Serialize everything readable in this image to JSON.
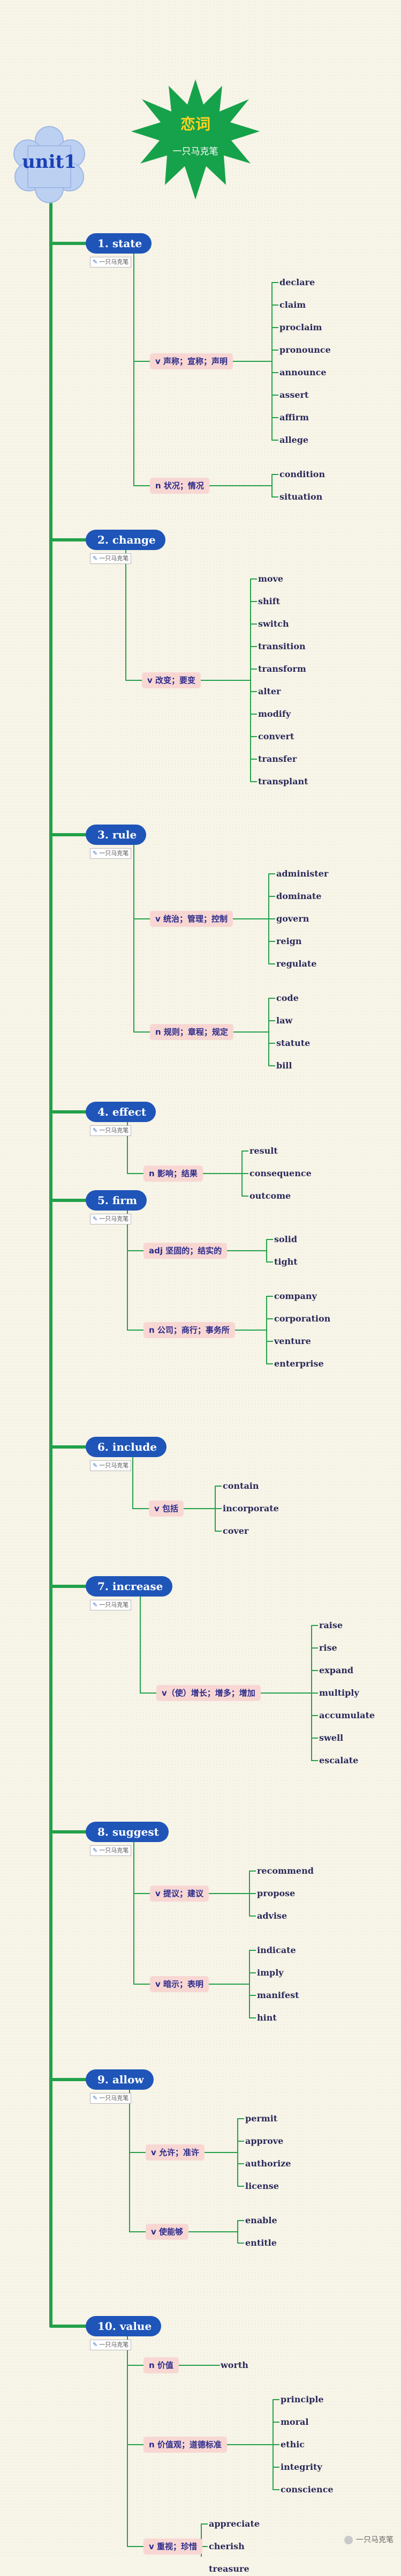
{
  "root": {
    "label": "unit1"
  },
  "header": {
    "title": "恋词",
    "subtitle": "一只马克笔"
  },
  "tag_text": "一只马克笔",
  "watermark": "一只马克笔",
  "colors": {
    "topic": "#1f55b8",
    "branch": "#22a14a",
    "sense_bg": "#f8d7d3",
    "splash": "#16a24a"
  },
  "topics": [
    {
      "label": "1. state",
      "senses": [
        {
          "label": "v 声称；宣称；声明",
          "words": [
            "declare",
            "claim",
            "proclaim",
            "pronounce",
            "announce",
            "assert",
            "affirm",
            "allege"
          ]
        },
        {
          "label": "n 状况；情况",
          "words": [
            "condition",
            "situation"
          ]
        }
      ]
    },
    {
      "label": "2. change",
      "senses": [
        {
          "label": "v 改变；要变",
          "words": [
            "move",
            "shift",
            "switch",
            "transition",
            "transform",
            "alter",
            "modify",
            "convert",
            "transfer",
            "transplant"
          ]
        }
      ]
    },
    {
      "label": "3. rule",
      "senses": [
        {
          "label": "v 统治；管理；控制",
          "words": [
            "administer",
            "dominate",
            "govern",
            "reign",
            "regulate"
          ]
        },
        {
          "label": "n 规则；章程；规定",
          "words": [
            "code",
            "law",
            "statute",
            "bill"
          ]
        }
      ]
    },
    {
      "label": "4. effect",
      "senses": [
        {
          "label": "n 影响；结果",
          "words": [
            "result",
            "consequence",
            "outcome"
          ]
        }
      ]
    },
    {
      "label": "5. firm",
      "senses": [
        {
          "label": "adj 坚固的；结实的",
          "words": [
            "solid",
            "tight"
          ]
        },
        {
          "label": "n 公司；商行；事务所",
          "words": [
            "company",
            "corporation",
            "venture",
            "enterprise"
          ]
        }
      ]
    },
    {
      "label": "6. include",
      "senses": [
        {
          "label": "v 包括",
          "words": [
            "contain",
            "incorporate",
            "cover"
          ]
        }
      ]
    },
    {
      "label": "7. increase",
      "senses": [
        {
          "label": "v（使）增长；增多；增加",
          "words": [
            "raise",
            "rise",
            "expand",
            "multiply",
            "accumulate",
            "swell",
            "escalate"
          ]
        }
      ]
    },
    {
      "label": "8. suggest",
      "senses": [
        {
          "label": "v 提议；建议",
          "words": [
            "recommend",
            "propose",
            "advise"
          ]
        },
        {
          "label": "v 暗示；表明",
          "words": [
            "indicate",
            "imply",
            "manifest",
            "hint"
          ]
        }
      ]
    },
    {
      "label": "9. allow",
      "senses": [
        {
          "label": "v 允许；准许",
          "words": [
            "permit",
            "approve",
            "authorize",
            "license"
          ]
        },
        {
          "label": "v 使能够",
          "words": [
            "enable",
            "entitle"
          ]
        }
      ]
    },
    {
      "label": "10. value",
      "senses": [
        {
          "label": "n 价值",
          "words": [
            "worth"
          ]
        },
        {
          "label": "n 价值观；道德标准",
          "words": [
            "principle",
            "moral",
            "ethic",
            "integrity",
            "conscience"
          ]
        },
        {
          "label": "v 重视；珍惜",
          "words": [
            "appreciate",
            "cherish",
            "treasure"
          ]
        }
      ]
    }
  ]
}
